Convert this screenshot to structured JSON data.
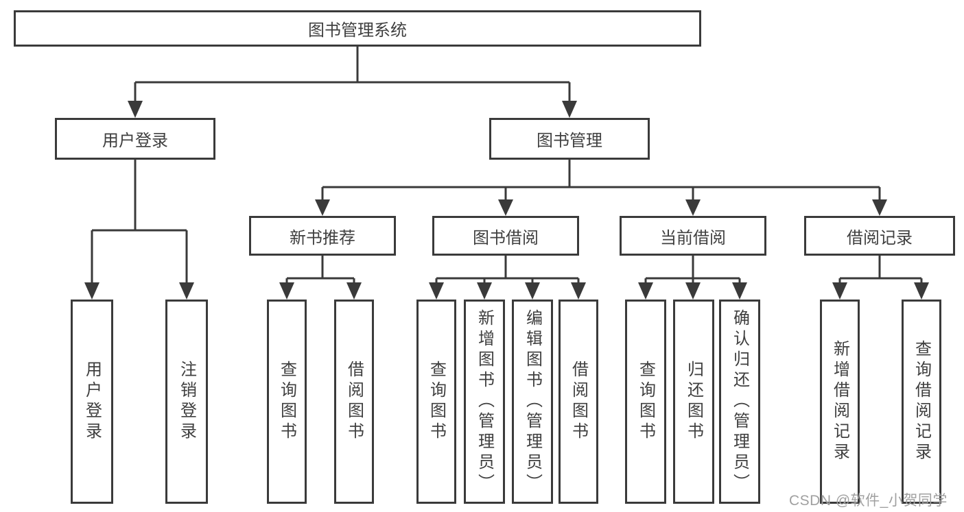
{
  "diagram": {
    "watermark": "CSDN @软件_小贺同学",
    "colors": {
      "line": "#3a3a3a",
      "box_border": "#3a3a3a",
      "text": "#3f3f3f",
      "background": "#ffffff",
      "watermark": "#a0a0a0"
    },
    "nodes": {
      "root": {
        "label": "图书管理系统"
      },
      "user_login": {
        "label": "用户登录"
      },
      "book_mgmt": {
        "label": "图书管理"
      },
      "new_book_rec": {
        "label": "新书推荐"
      },
      "book_borrow": {
        "label": "图书借阅"
      },
      "current_borrow": {
        "label": "当前借阅"
      },
      "borrow_records": {
        "label": "借阅记录"
      },
      "leaf_user_login": {
        "label": "用户登录"
      },
      "leaf_logout": {
        "label": "注销登录"
      },
      "leaf_query_book_1": {
        "label": "查询图书"
      },
      "leaf_borrow_book_1": {
        "label": "借阅图书"
      },
      "leaf_query_book_2": {
        "label": "查询图书"
      },
      "leaf_add_book": {
        "label": "新增图书（管理员）"
      },
      "leaf_edit_book": {
        "label": "编辑图书（管理员）"
      },
      "leaf_borrow_book_2": {
        "label": "借阅图书"
      },
      "leaf_query_book_3": {
        "label": "查询图书"
      },
      "leaf_return_book": {
        "label": "归还图书"
      },
      "leaf_confirm_return": {
        "label": "确认归还（管理员）"
      },
      "leaf_add_record": {
        "label": "新增借阅记录"
      },
      "leaf_query_record": {
        "label": "查询借阅记录"
      }
    },
    "edges": [
      [
        "root",
        "user_login"
      ],
      [
        "root",
        "book_mgmt"
      ],
      [
        "user_login",
        "leaf_user_login"
      ],
      [
        "user_login",
        "leaf_logout"
      ],
      [
        "book_mgmt",
        "new_book_rec"
      ],
      [
        "book_mgmt",
        "book_borrow"
      ],
      [
        "book_mgmt",
        "current_borrow"
      ],
      [
        "book_mgmt",
        "borrow_records"
      ],
      [
        "new_book_rec",
        "leaf_query_book_1"
      ],
      [
        "new_book_rec",
        "leaf_borrow_book_1"
      ],
      [
        "book_borrow",
        "leaf_query_book_2"
      ],
      [
        "book_borrow",
        "leaf_add_book"
      ],
      [
        "book_borrow",
        "leaf_edit_book"
      ],
      [
        "book_borrow",
        "leaf_borrow_book_2"
      ],
      [
        "current_borrow",
        "leaf_query_book_3"
      ],
      [
        "current_borrow",
        "leaf_return_book"
      ],
      [
        "current_borrow",
        "leaf_confirm_return"
      ],
      [
        "borrow_records",
        "leaf_add_record"
      ],
      [
        "borrow_records",
        "leaf_query_record"
      ]
    ]
  }
}
